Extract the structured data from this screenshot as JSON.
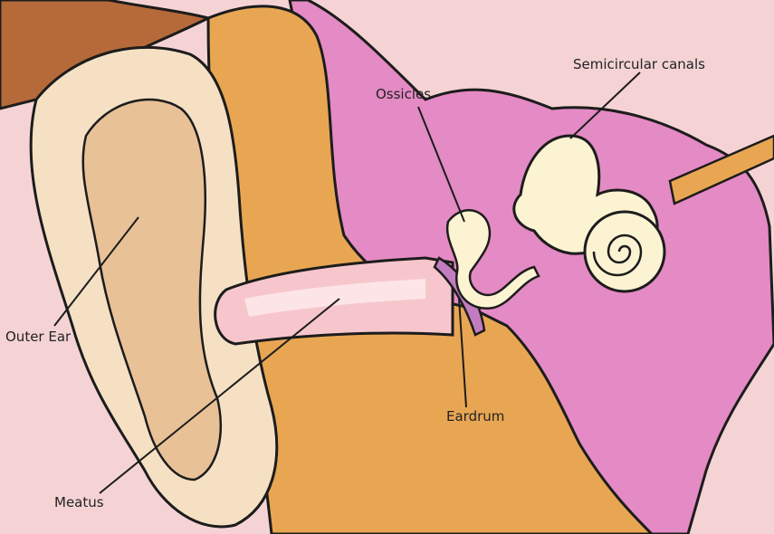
{
  "colors": {
    "background": "#f5d3d5",
    "skin": "#f5e0c4",
    "skin_shadow": "#e8c197",
    "tan": "#e8a653",
    "dark_tan": "#c9863a",
    "inner_pink": "#e48ac4",
    "canal": "#f7c6cc",
    "canal_highlight": "#fde4e7",
    "bone": "#fbf3d2",
    "hair": "#b66a3a",
    "outline": "#1c1c1c"
  },
  "labels": {
    "semicircular_canals": "Semicircular canals",
    "ossicles": "Ossicles",
    "outer_ear": "Outer Ear",
    "eardrum": "Eardrum",
    "meatus": "Meatus"
  }
}
